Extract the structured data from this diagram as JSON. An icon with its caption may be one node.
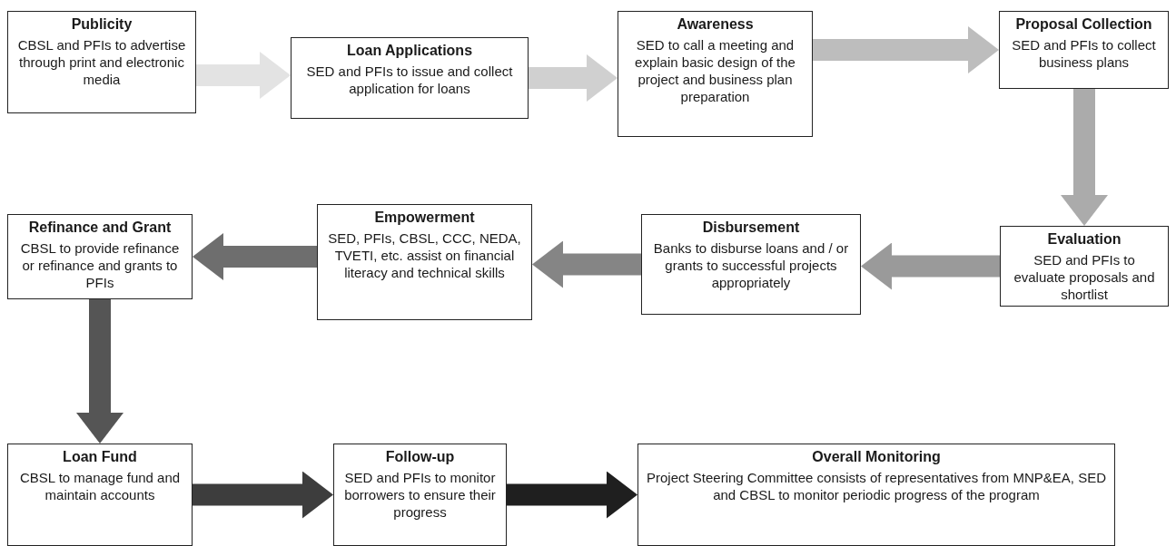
{
  "diagram": {
    "nodes": [
      {
        "text": [
          "Publicity",
          "CBSL and PFIs to advertise through print and electronic media"
        ]
      },
      {
        "text": [
          "Loan Applications",
          "SED and PFIs to issue and collect application for loans"
        ]
      },
      {
        "text": [
          "Awareness",
          "SED to call a meeting and explain basic design of the project and business plan preparation"
        ]
      },
      {
        "text": [
          "Proposal Collection",
          "SED and PFIs to collect business plans"
        ]
      },
      {
        "text": [
          "Evaluation",
          "SED and PFIs to evaluate proposals and shortlist"
        ]
      },
      {
        "text": [
          "Disbursement",
          "Banks to disburse loans and / or grants to successful projects appropriately"
        ]
      },
      {
        "text": [
          "Empowerment",
          "SED, PFIs, CBSL, CCC, NEDA, TVETI, etc. assist on financial literacy and technical skills"
        ]
      },
      {
        "text": [
          "Refinance and Grant",
          "CBSL to provide refinance or refinance and grants to PFIs"
        ]
      },
      {
        "text": [
          "Loan Fund",
          "CBSL to manage fund and maintain accounts"
        ]
      },
      {
        "text": [
          "Follow-up",
          "SED and PFIs to monitor borrowers to ensure their progress"
        ]
      },
      {
        "text": [
          "Overall Monitoring",
          "Project Steering Committee consists of representatives from MNP&EA, SED and CBSL to monitor periodic progress of the program"
        ]
      }
    ],
    "edges": [
      {
        "from": 0,
        "to": 1,
        "arrow": "to",
        "color": "#e3e3e3"
      },
      {
        "from": 1,
        "to": 2,
        "arrow": "to",
        "color": "#d0d0d0"
      },
      {
        "from": 2,
        "to": 3,
        "arrow": "to",
        "color": "#bdbdbd"
      },
      {
        "from": 3,
        "to": 4,
        "arrow": "to",
        "color": "#ababab"
      },
      {
        "from": 4,
        "to": 5,
        "arrow": "to",
        "color": "#9a9a9a"
      },
      {
        "from": 5,
        "to": 6,
        "arrow": "to",
        "color": "#858585"
      },
      {
        "from": 6,
        "to": 7,
        "arrow": "to",
        "color": "#6e6e6e"
      },
      {
        "from": 7,
        "to": 8,
        "arrow": "to",
        "color": "#555555"
      },
      {
        "from": 8,
        "to": 9,
        "arrow": "to",
        "color": "#3d3d3d"
      },
      {
        "from": 9,
        "to": 10,
        "arrow": "to",
        "color": "#1f1f1f"
      }
    ]
  }
}
